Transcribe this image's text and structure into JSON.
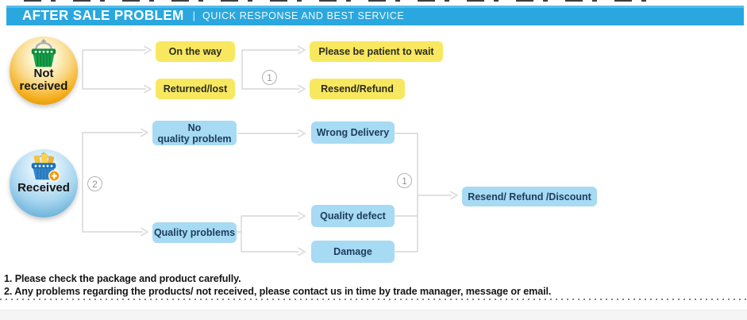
{
  "header": {
    "title": "AFTER SALE PROBLEM",
    "separator": "|",
    "subtitle": "QUICK RESPONSE AND BEST SERVICE"
  },
  "flow": {
    "not_received": {
      "source_label": "Not\nreceived",
      "source_icon": "green-basket-icon",
      "causes": [
        "On the way",
        "Returned/lost"
      ],
      "solutions": [
        "Please be patient to wait",
        "Resend/Refund"
      ],
      "merge_badge": "1"
    },
    "received": {
      "source_label": "Received",
      "source_icon": "blue-basket-plus-icon",
      "branch_badge": "2",
      "causes": [
        "No\nquality problem",
        "Quality problems"
      ],
      "issues": [
        "Wrong Delivery",
        "Quality defect",
        "Damage"
      ],
      "merge_badge": "1",
      "solution": "Resend/ Refund /Discount"
    },
    "edges": [
      "Not received -> On the way",
      "Not received -> Returned/lost",
      "On the way -> Please be patient to wait",
      "Returned/lost -> Resend/Refund",
      "Received -> No quality problem",
      "Received -> Quality problems",
      "No quality problem -> Wrong Delivery",
      "Quality problems -> Quality defect",
      "Quality problems -> Damage",
      "Wrong Delivery + Quality defect + Damage -> Resend/ Refund /Discount"
    ]
  },
  "notes": [
    "1. Please check the package and product carefully.",
    "2. Any problems regarding the products/ not received, please contact us in time by trade manager, message or email."
  ],
  "colors": {
    "header_bg": "#2AA7DF",
    "yellow_node": "#F8E860",
    "blue_node": "#A7DAF3",
    "connector": "#DCDCDC",
    "sphere_orange": "#F4AE1B",
    "sphere_blue": "#6FB4DC"
  }
}
